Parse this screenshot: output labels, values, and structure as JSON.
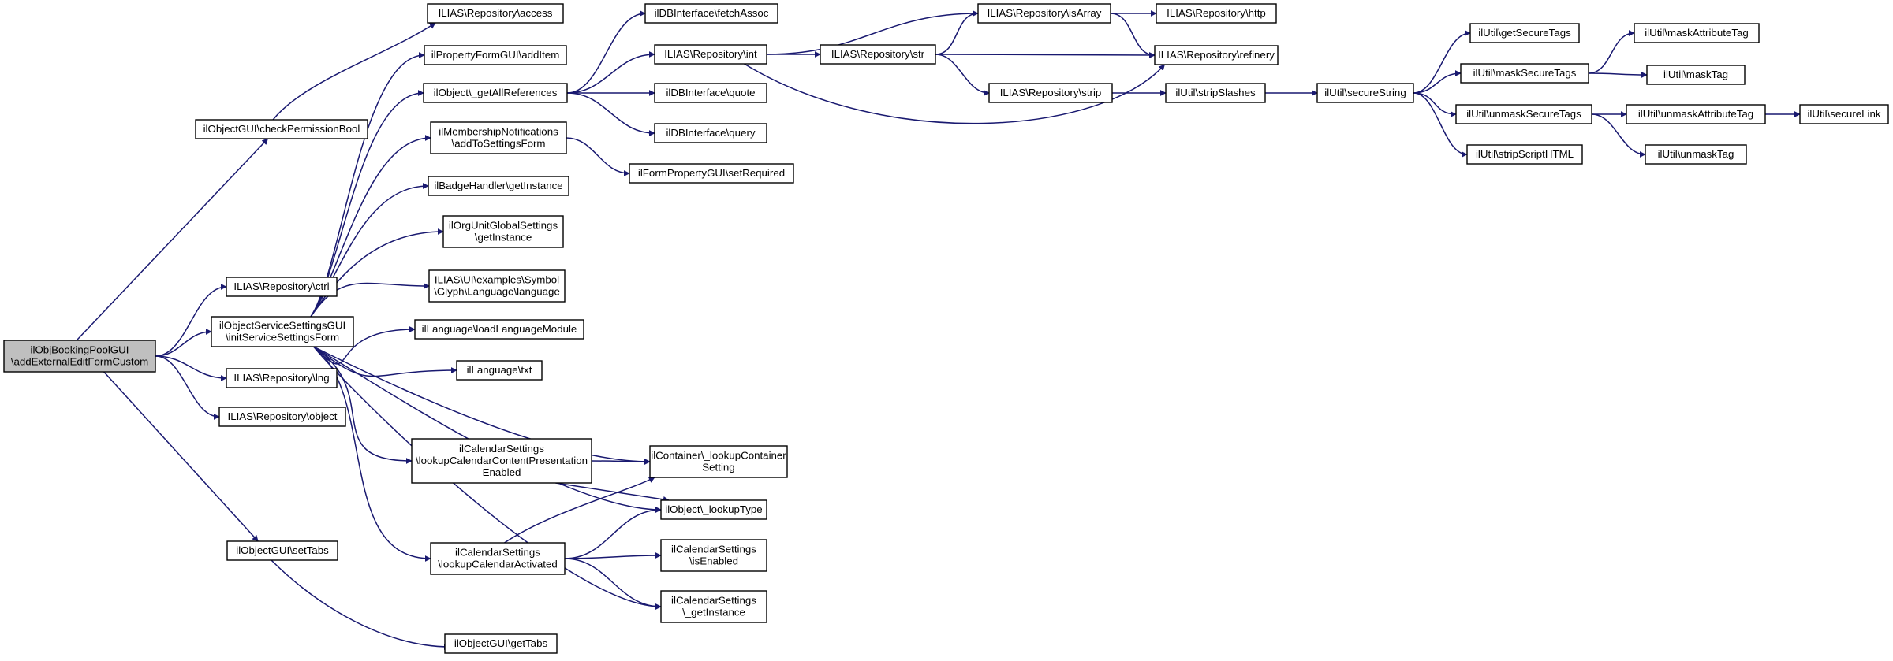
{
  "diagram": {
    "type": "call-graph",
    "edge_color": "#191970",
    "root_fill": "#bfbfbf",
    "nodes": [
      {
        "id": "root",
        "lines": [
          "ilObjBookingPoolGUI",
          "\\addExternalEditFormCustom"
        ],
        "root": true
      },
      {
        "id": "checkPerm",
        "lines": [
          "ilObjectGUI\\checkPermissionBool"
        ]
      },
      {
        "id": "ctrl",
        "lines": [
          "ILIAS\\Repository\\ctrl"
        ]
      },
      {
        "id": "initService",
        "lines": [
          "ilObjectServiceSettingsGUI",
          "\\initServiceSettingsForm"
        ]
      },
      {
        "id": "lng",
        "lines": [
          "ILIAS\\Repository\\lng"
        ]
      },
      {
        "id": "object",
        "lines": [
          "ILIAS\\Repository\\object"
        ]
      },
      {
        "id": "setTabs",
        "lines": [
          "ilObjectGUI\\setTabs"
        ]
      },
      {
        "id": "access",
        "lines": [
          "ILIAS\\Repository\\access"
        ]
      },
      {
        "id": "addItem",
        "lines": [
          "ilPropertyFormGUI\\addItem"
        ]
      },
      {
        "id": "getAllRefs",
        "lines": [
          "ilObject\\_getAllReferences"
        ]
      },
      {
        "id": "membership",
        "lines": [
          "ilMembershipNotifications",
          "\\addToSettingsForm"
        ]
      },
      {
        "id": "badge",
        "lines": [
          "ilBadgeHandler\\getInstance"
        ]
      },
      {
        "id": "orgUnit",
        "lines": [
          "ilOrgUnitGlobalSettings",
          "\\getInstance"
        ]
      },
      {
        "id": "uiLang",
        "lines": [
          "ILIAS\\UI\\examples\\Symbol",
          "\\Glyph\\Language\\language"
        ]
      },
      {
        "id": "loadLang",
        "lines": [
          "ilLanguage\\loadLanguageModule"
        ]
      },
      {
        "id": "txt",
        "lines": [
          "ilLanguage\\txt"
        ]
      },
      {
        "id": "calContent",
        "lines": [
          "ilCalendarSettings",
          "\\lookupCalendarContentPresentation",
          "Enabled"
        ]
      },
      {
        "id": "calActivated",
        "lines": [
          "ilCalendarSettings",
          "\\lookupCalendarActivated"
        ]
      },
      {
        "id": "getTabs",
        "lines": [
          "ilObjectGUI\\getTabs"
        ]
      },
      {
        "id": "fetchAssoc",
        "lines": [
          "ilDBInterface\\fetchAssoc"
        ]
      },
      {
        "id": "int",
        "lines": [
          "ILIAS\\Repository\\int"
        ]
      },
      {
        "id": "quote",
        "lines": [
          "ilDBInterface\\quote"
        ]
      },
      {
        "id": "query",
        "lines": [
          "ilDBInterface\\query"
        ]
      },
      {
        "id": "setRequired",
        "lines": [
          "ilFormPropertyGUI\\setRequired"
        ]
      },
      {
        "id": "containerLookup",
        "lines": [
          "ilContainer\\_lookupContainer",
          "Setting"
        ]
      },
      {
        "id": "lookupType",
        "lines": [
          "ilObject\\_lookupType"
        ]
      },
      {
        "id": "isEnabled",
        "lines": [
          "ilCalendarSettings",
          "\\isEnabled"
        ]
      },
      {
        "id": "calInstance",
        "lines": [
          "ilCalendarSettings",
          "\\_getInstance"
        ]
      },
      {
        "id": "str",
        "lines": [
          "ILIAS\\Repository\\str"
        ]
      },
      {
        "id": "isArray",
        "lines": [
          "ILIAS\\Repository\\isArray"
        ]
      },
      {
        "id": "strip",
        "lines": [
          "ILIAS\\Repository\\strip"
        ]
      },
      {
        "id": "http",
        "lines": [
          "ILIAS\\Repository\\http"
        ]
      },
      {
        "id": "refinery",
        "lines": [
          "ILIAS\\Repository\\refinery"
        ]
      },
      {
        "id": "stripSlashes",
        "lines": [
          "ilUtil\\stripSlashes"
        ]
      },
      {
        "id": "secureString",
        "lines": [
          "ilUtil\\secureString"
        ]
      },
      {
        "id": "getSecureTags",
        "lines": [
          "ilUtil\\getSecureTags"
        ]
      },
      {
        "id": "maskSecureTags",
        "lines": [
          "ilUtil\\maskSecureTags"
        ]
      },
      {
        "id": "unmaskSecureTags",
        "lines": [
          "ilUtil\\unmaskSecureTags"
        ]
      },
      {
        "id": "stripScript",
        "lines": [
          "ilUtil\\stripScriptHTML"
        ]
      },
      {
        "id": "maskAttrTag",
        "lines": [
          "ilUtil\\maskAttributeTag"
        ]
      },
      {
        "id": "maskTag",
        "lines": [
          "ilUtil\\maskTag"
        ]
      },
      {
        "id": "unmaskAttrTag",
        "lines": [
          "ilUtil\\unmaskAttributeTag"
        ]
      },
      {
        "id": "unmaskTag",
        "lines": [
          "ilUtil\\unmaskTag"
        ]
      },
      {
        "id": "secureLink",
        "lines": [
          "ilUtil\\secureLink"
        ]
      }
    ],
    "edges": [
      [
        "root",
        "checkPerm"
      ],
      [
        "root",
        "ctrl"
      ],
      [
        "root",
        "initService"
      ],
      [
        "root",
        "lng"
      ],
      [
        "root",
        "object"
      ],
      [
        "root",
        "setTabs"
      ],
      [
        "checkPerm",
        "access"
      ],
      [
        "initService",
        "addItem"
      ],
      [
        "initService",
        "getAllRefs"
      ],
      [
        "initService",
        "membership"
      ],
      [
        "initService",
        "badge"
      ],
      [
        "initService",
        "orgUnit"
      ],
      [
        "initService",
        "uiLang"
      ],
      [
        "initService",
        "loadLang"
      ],
      [
        "initService",
        "txt"
      ],
      [
        "initService",
        "calContent"
      ],
      [
        "initService",
        "containerLookup"
      ],
      [
        "initService",
        "lookupType"
      ],
      [
        "initService",
        "calActivated"
      ],
      [
        "initService",
        "calInstance"
      ],
      [
        "setTabs",
        "getTabs"
      ],
      [
        "getAllRefs",
        "fetchAssoc"
      ],
      [
        "getAllRefs",
        "int"
      ],
      [
        "getAllRefs",
        "quote"
      ],
      [
        "getAllRefs",
        "query"
      ],
      [
        "membership",
        "setRequired"
      ],
      [
        "calContent",
        "containerLookup"
      ],
      [
        "calContent",
        "lookupType"
      ],
      [
        "calActivated",
        "containerLookup"
      ],
      [
        "calActivated",
        "lookupType"
      ],
      [
        "calActivated",
        "isEnabled"
      ],
      [
        "calActivated",
        "calInstance"
      ],
      [
        "int",
        "str"
      ],
      [
        "int",
        "isArray"
      ],
      [
        "int",
        "refinery"
      ],
      [
        "str",
        "isArray"
      ],
      [
        "str",
        "refinery"
      ],
      [
        "str",
        "strip"
      ],
      [
        "isArray",
        "http"
      ],
      [
        "isArray",
        "refinery"
      ],
      [
        "strip",
        "stripSlashes"
      ],
      [
        "stripSlashes",
        "secureString"
      ],
      [
        "secureString",
        "getSecureTags"
      ],
      [
        "secureString",
        "maskSecureTags"
      ],
      [
        "secureString",
        "unmaskSecureTags"
      ],
      [
        "secureString",
        "stripScript"
      ],
      [
        "maskSecureTags",
        "maskAttrTag"
      ],
      [
        "maskSecureTags",
        "maskTag"
      ],
      [
        "unmaskSecureTags",
        "unmaskAttrTag"
      ],
      [
        "unmaskSecureTags",
        "unmaskTag"
      ],
      [
        "unmaskAttrTag",
        "secureLink"
      ]
    ]
  }
}
